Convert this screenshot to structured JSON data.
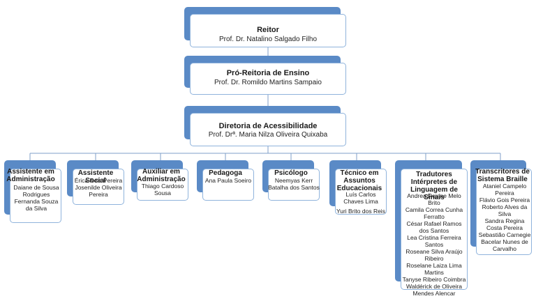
{
  "top_nodes": [
    {
      "title": "Reitor",
      "person": "Prof. Dr. Natalino Salgado Filho"
    },
    {
      "title": "Pró-Reitoria  de Ensino",
      "person": "Prof. Dr. Romildo Martins Sampaio"
    },
    {
      "title": "Diretoria  de Acessibilidade",
      "person": "Prof. Drª. Maria Nilza Oliveira Quixaba"
    }
  ],
  "units": [
    {
      "title": "Assistente em Administração",
      "people": [
        "Daiane de Sousa Rodrigues",
        "Fernanda Souza da Silva"
      ]
    },
    {
      "title": "Assistente Social",
      "people": [
        "Érica Reis Pereira",
        "Josenilde Oliveira Pereira"
      ]
    },
    {
      "title": "Auxiliar em Administração",
      "people": [
        "Thiago Cardoso Sousa"
      ]
    },
    {
      "title": "Pedagoga",
      "people": [
        "Ana Paula Soeiro"
      ]
    },
    {
      "title": "Psicólogo",
      "people": [
        "Neemyas Kerr",
        "Batalha dos Santos"
      ]
    },
    {
      "title": "Técnico em Assuntos Educacionais",
      "people": [
        "Luís Carlos Chaves Lima",
        "Yuri Brito dos Reis"
      ]
    },
    {
      "title": "Tradutores Intérpretes de Linguagem de Sinais",
      "people": [
        "Andrea Rejane Melo Brito",
        "Camila Correa Cunha Ferratto",
        "César Rafael Ramos dos Santos",
        "Lea Cristina Ferreira Santos",
        "Roseane Silva Araújo Ribeiro",
        "Roselane Laiza Lima Martins",
        "Tanyse Ribeiro Coimbra",
        "Waldérick de Oliveira",
        "Mendes Alencar"
      ]
    },
    {
      "title": "Transcritores de Sistema Braille",
      "people": [
        "Ataniel Campelo Pereira",
        "Flávio Gois Pereira",
        "Roberto Alves da Silva",
        "Sandra Regina Costa Pereira",
        "Sebastião Carnegie",
        "Bacelar Nunes de Carvalho"
      ]
    }
  ],
  "colors": {
    "accent": "#5a8ac6",
    "border": "#8fb3dc",
    "connector": "#7f9fc8"
  }
}
